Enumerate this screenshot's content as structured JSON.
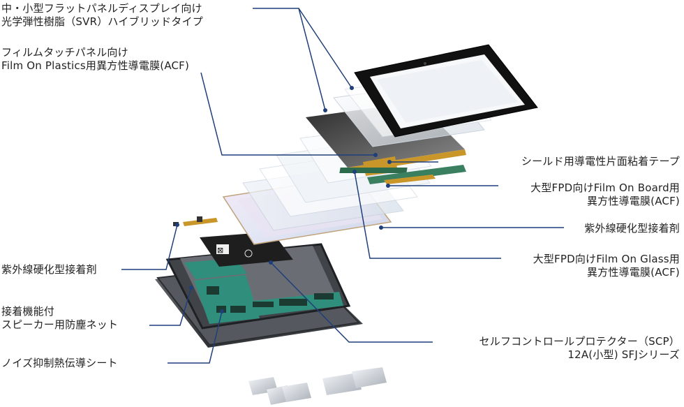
{
  "labels": {
    "svr": [
      "中・小型フラットパネルディスプレイ向け",
      "光学弾性樹脂（SVR）ハイブリッドタイプ"
    ],
    "film_touch": [
      "フィルムタッチパネル向け",
      "Film On Plastics用異方性導電膜(ACF)"
    ],
    "shield_tape": [
      "シールド用導電性片面粘着テープ"
    ],
    "fob": [
      "大型FPD向けFilm On Board用",
      "異方性導電膜(ACF)"
    ],
    "uv_right": [
      "紫外線硬化型接着剤"
    ],
    "fog": [
      "大型FPD向けFilm On Glass用",
      "異方性導電膜(ACF)"
    ],
    "uv_left": [
      "紫外線硬化型接着剤"
    ],
    "speaker_net": [
      "接着機能付",
      "スピーカー用防塵ネット"
    ],
    "noise_sheet": [
      "ノイズ抑制熱伝導シート"
    ],
    "scp": [
      "セルフコントロールプロテクター（SCP）",
      "12A(小型) SFJシリーズ"
    ]
  },
  "colors": {
    "leader_line": "#1f3f7a",
    "bezel": "#111111",
    "pcb": "#2f8f7c",
    "flex_gold": "#c9962a",
    "case": "#3a3d42"
  }
}
